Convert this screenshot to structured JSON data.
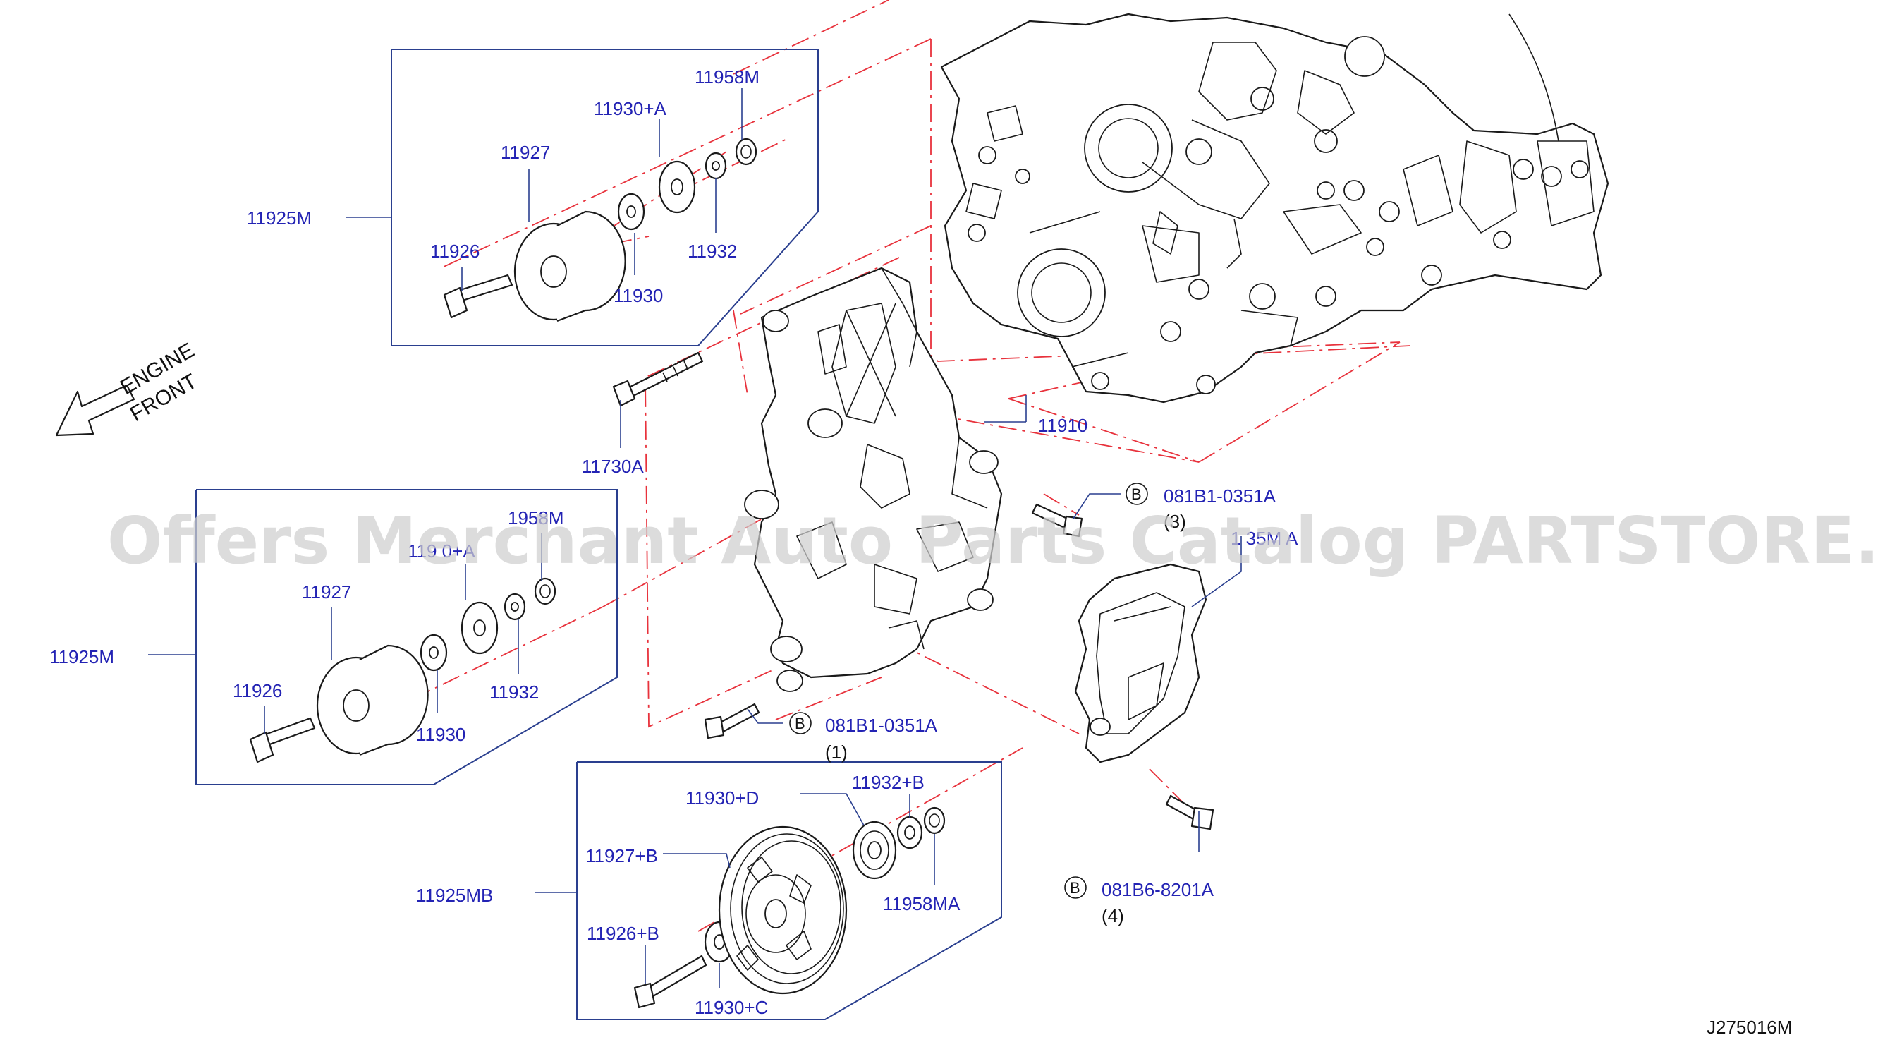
{
  "diagram": {
    "code": "J275016M",
    "watermark": "Offers Merchant Auto Parts Catalog PARTSTORE.SA",
    "engine_front": {
      "line1": "ENGINE",
      "line2": "FRONT"
    },
    "labels": {
      "top_box_assembly": "11925M",
      "top_bearing_seal": "11958M",
      "top_plate": "11930+A",
      "top_pulley": "11927",
      "top_bolt": "11926",
      "top_washer": "11930",
      "top_spacer": "11932",
      "bracket_bolt": "11730A",
      "bracket": "11910",
      "mid_box_assembly": "11925M",
      "mid_bearing_seal": "1958M",
      "mid_plate": "119 0+A",
      "mid_pulley": "11927",
      "mid_bolt": "11926",
      "mid_washer": "11930",
      "mid_spacer": "11932",
      "bolt_upper": "081B1-0351A",
      "bolt_upper_qty": "(3)",
      "cover": "1 35M A",
      "bolt_lower": "081B1-0351A",
      "bolt_lower_qty": "(1)",
      "bot_box_assembly": "11925MB",
      "bot_plate": "11930+D",
      "bot_spacer": "11932+B",
      "bot_pulley": "11927+B",
      "bot_seal": "11958MA",
      "bot_bolt": "11926+B",
      "bot_washer": "11930+C",
      "bolt_right": "081B6-8201A",
      "bolt_right_qty": "(4)",
      "callout_letter": "B"
    }
  }
}
